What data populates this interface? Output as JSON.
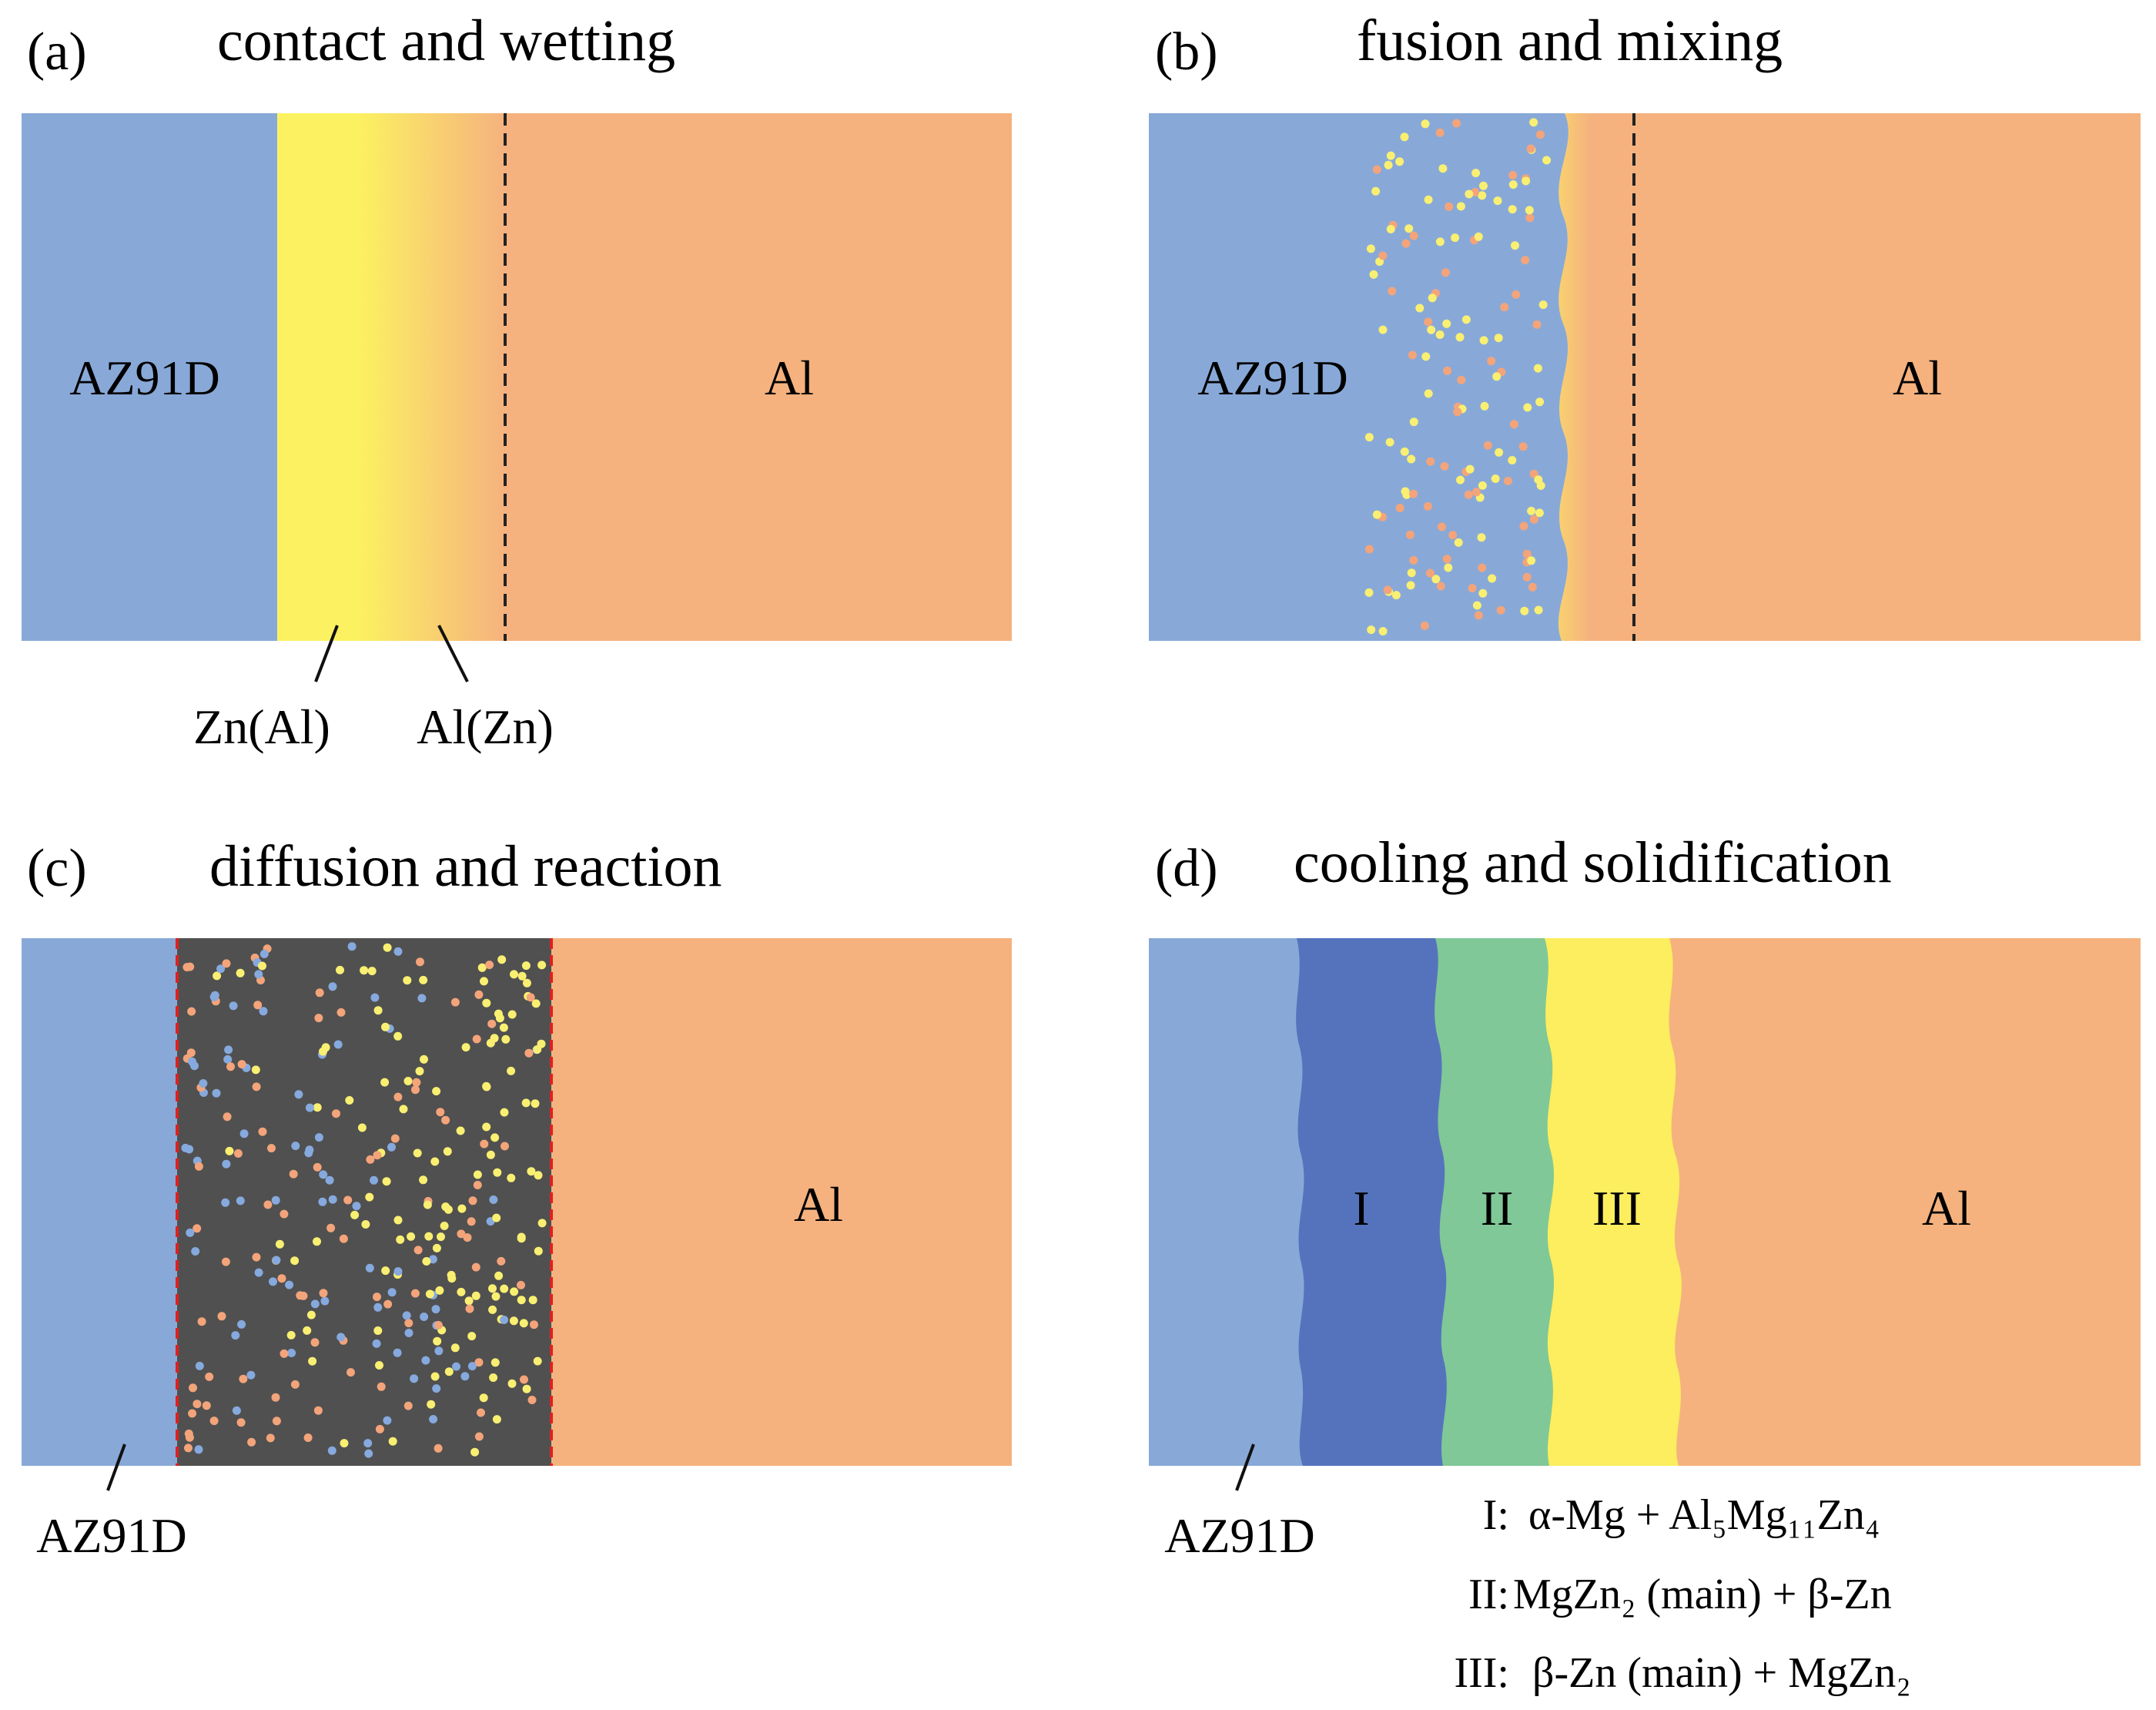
{
  "panels": {
    "a": {
      "letter": "(a)",
      "title": "contact and wetting",
      "left_material": "AZ91D",
      "right_material": "Al",
      "callouts": [
        "Zn(Al)",
        "Al(Zn)"
      ]
    },
    "b": {
      "letter": "(b)",
      "title": "fusion and mixing",
      "left_material": "AZ91D",
      "right_material": "Al"
    },
    "c": {
      "letter": "(c)",
      "title": "diffusion and reaction",
      "left_material": "AZ91D",
      "right_material": "Al"
    },
    "d": {
      "letter": "(d)",
      "title": "cooling and solidification",
      "left_material": "AZ91D",
      "right_material": "Al",
      "zones": [
        "I",
        "II",
        "III"
      ],
      "legend": [
        {
          "id": "I:",
          "text": "α-Mg + Al₅Mg₁₁Zn₄"
        },
        {
          "id": "II:",
          "text": "MgZn₂ (main) + β-Zn"
        },
        {
          "id": "III:",
          "text": "β-Zn (main) + MgZn₂"
        }
      ]
    }
  },
  "colors": {
    "az91d": "#88A9D8",
    "al": "#F5B27E",
    "zn": "#FCF261",
    "reaction": "#505050",
    "zone1": "#5573BD",
    "zone2": "#80C897",
    "zone3": "#FCEE5E",
    "dot_orange": "#F3A47A",
    "dot_yellow": "#F9EF72",
    "dot_blue": "#86A9DE",
    "boundary_red": "#E02020"
  }
}
